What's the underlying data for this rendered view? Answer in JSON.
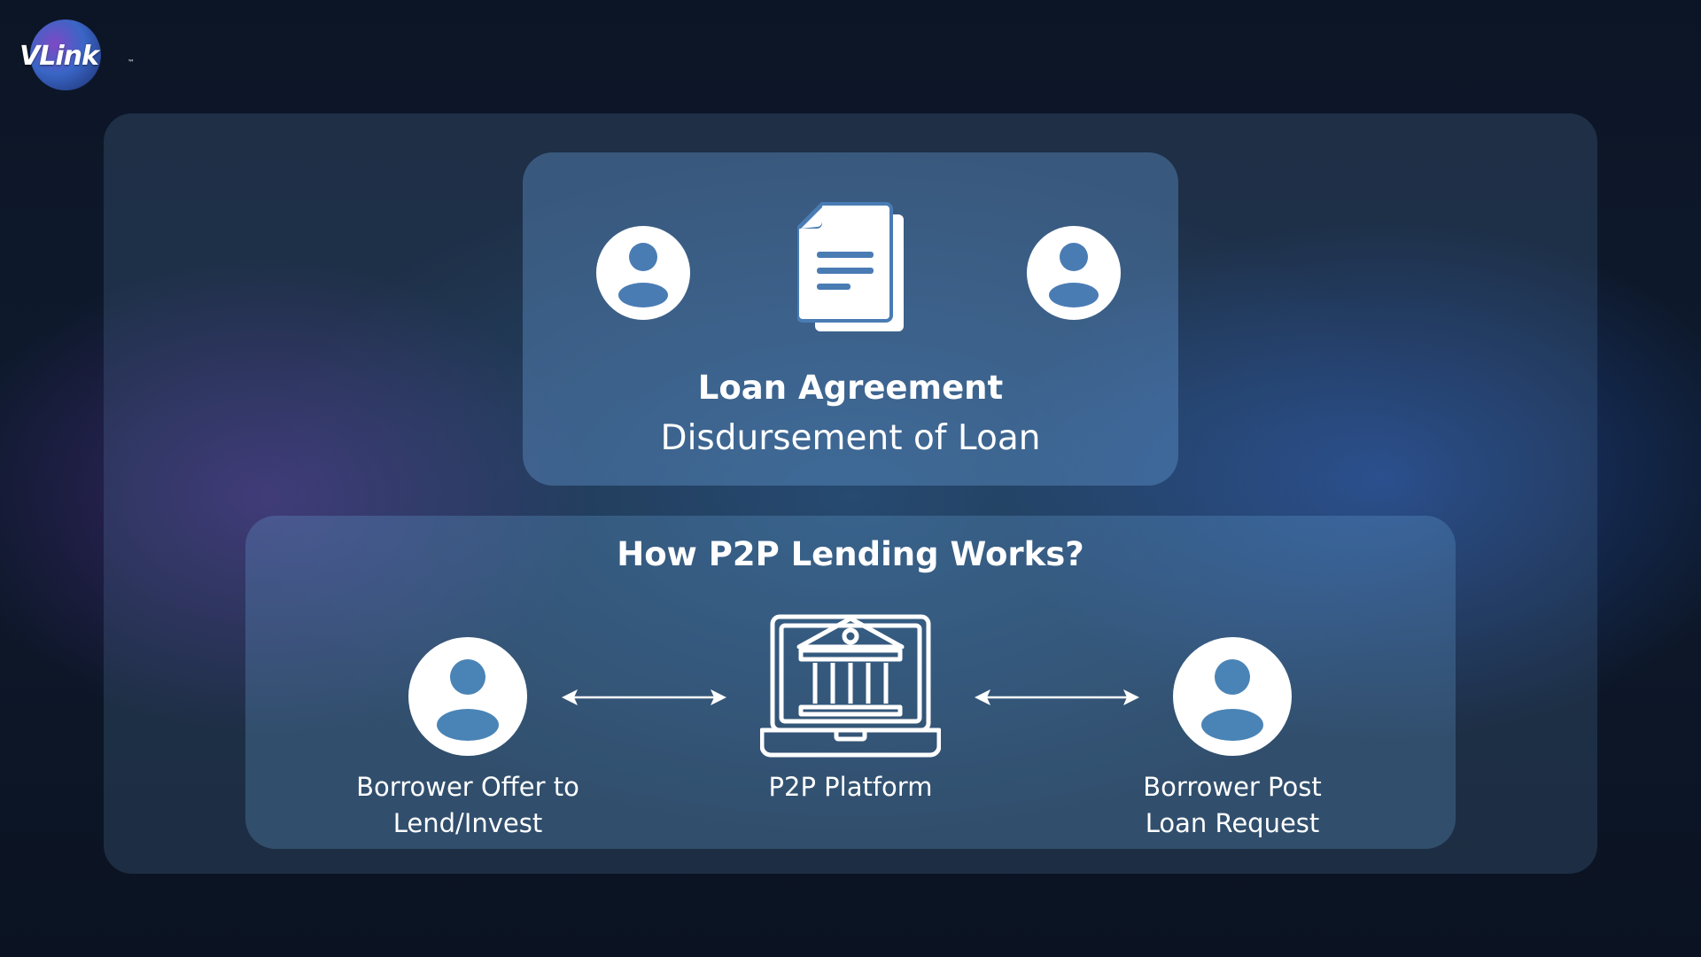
{
  "brand": {
    "logo_text": "VLink",
    "trademark": "™"
  },
  "loan_agreement": {
    "title": "Loan Agreement",
    "subtitle": "Disdursement of Loan",
    "icons": [
      "user-icon",
      "document-icon",
      "user-icon"
    ]
  },
  "p2p": {
    "heading": "How P2P Lending Works?",
    "nodes": [
      {
        "label_line1": "Borrower Offer to",
        "label_line2": "Lend/Invest",
        "icon": "user-icon"
      },
      {
        "label_line1": "P2P Platform",
        "label_line2": "",
        "icon": "bank-laptop-icon"
      },
      {
        "label_line1": "Borrower Post",
        "label_line2": "Loan Request",
        "icon": "user-icon"
      }
    ],
    "connectors": [
      "double-arrow-icon",
      "double-arrow-icon"
    ]
  },
  "colors": {
    "text": "#ffffff",
    "background_dark": "#0c1526",
    "card_blue": "#4a7fb8"
  }
}
